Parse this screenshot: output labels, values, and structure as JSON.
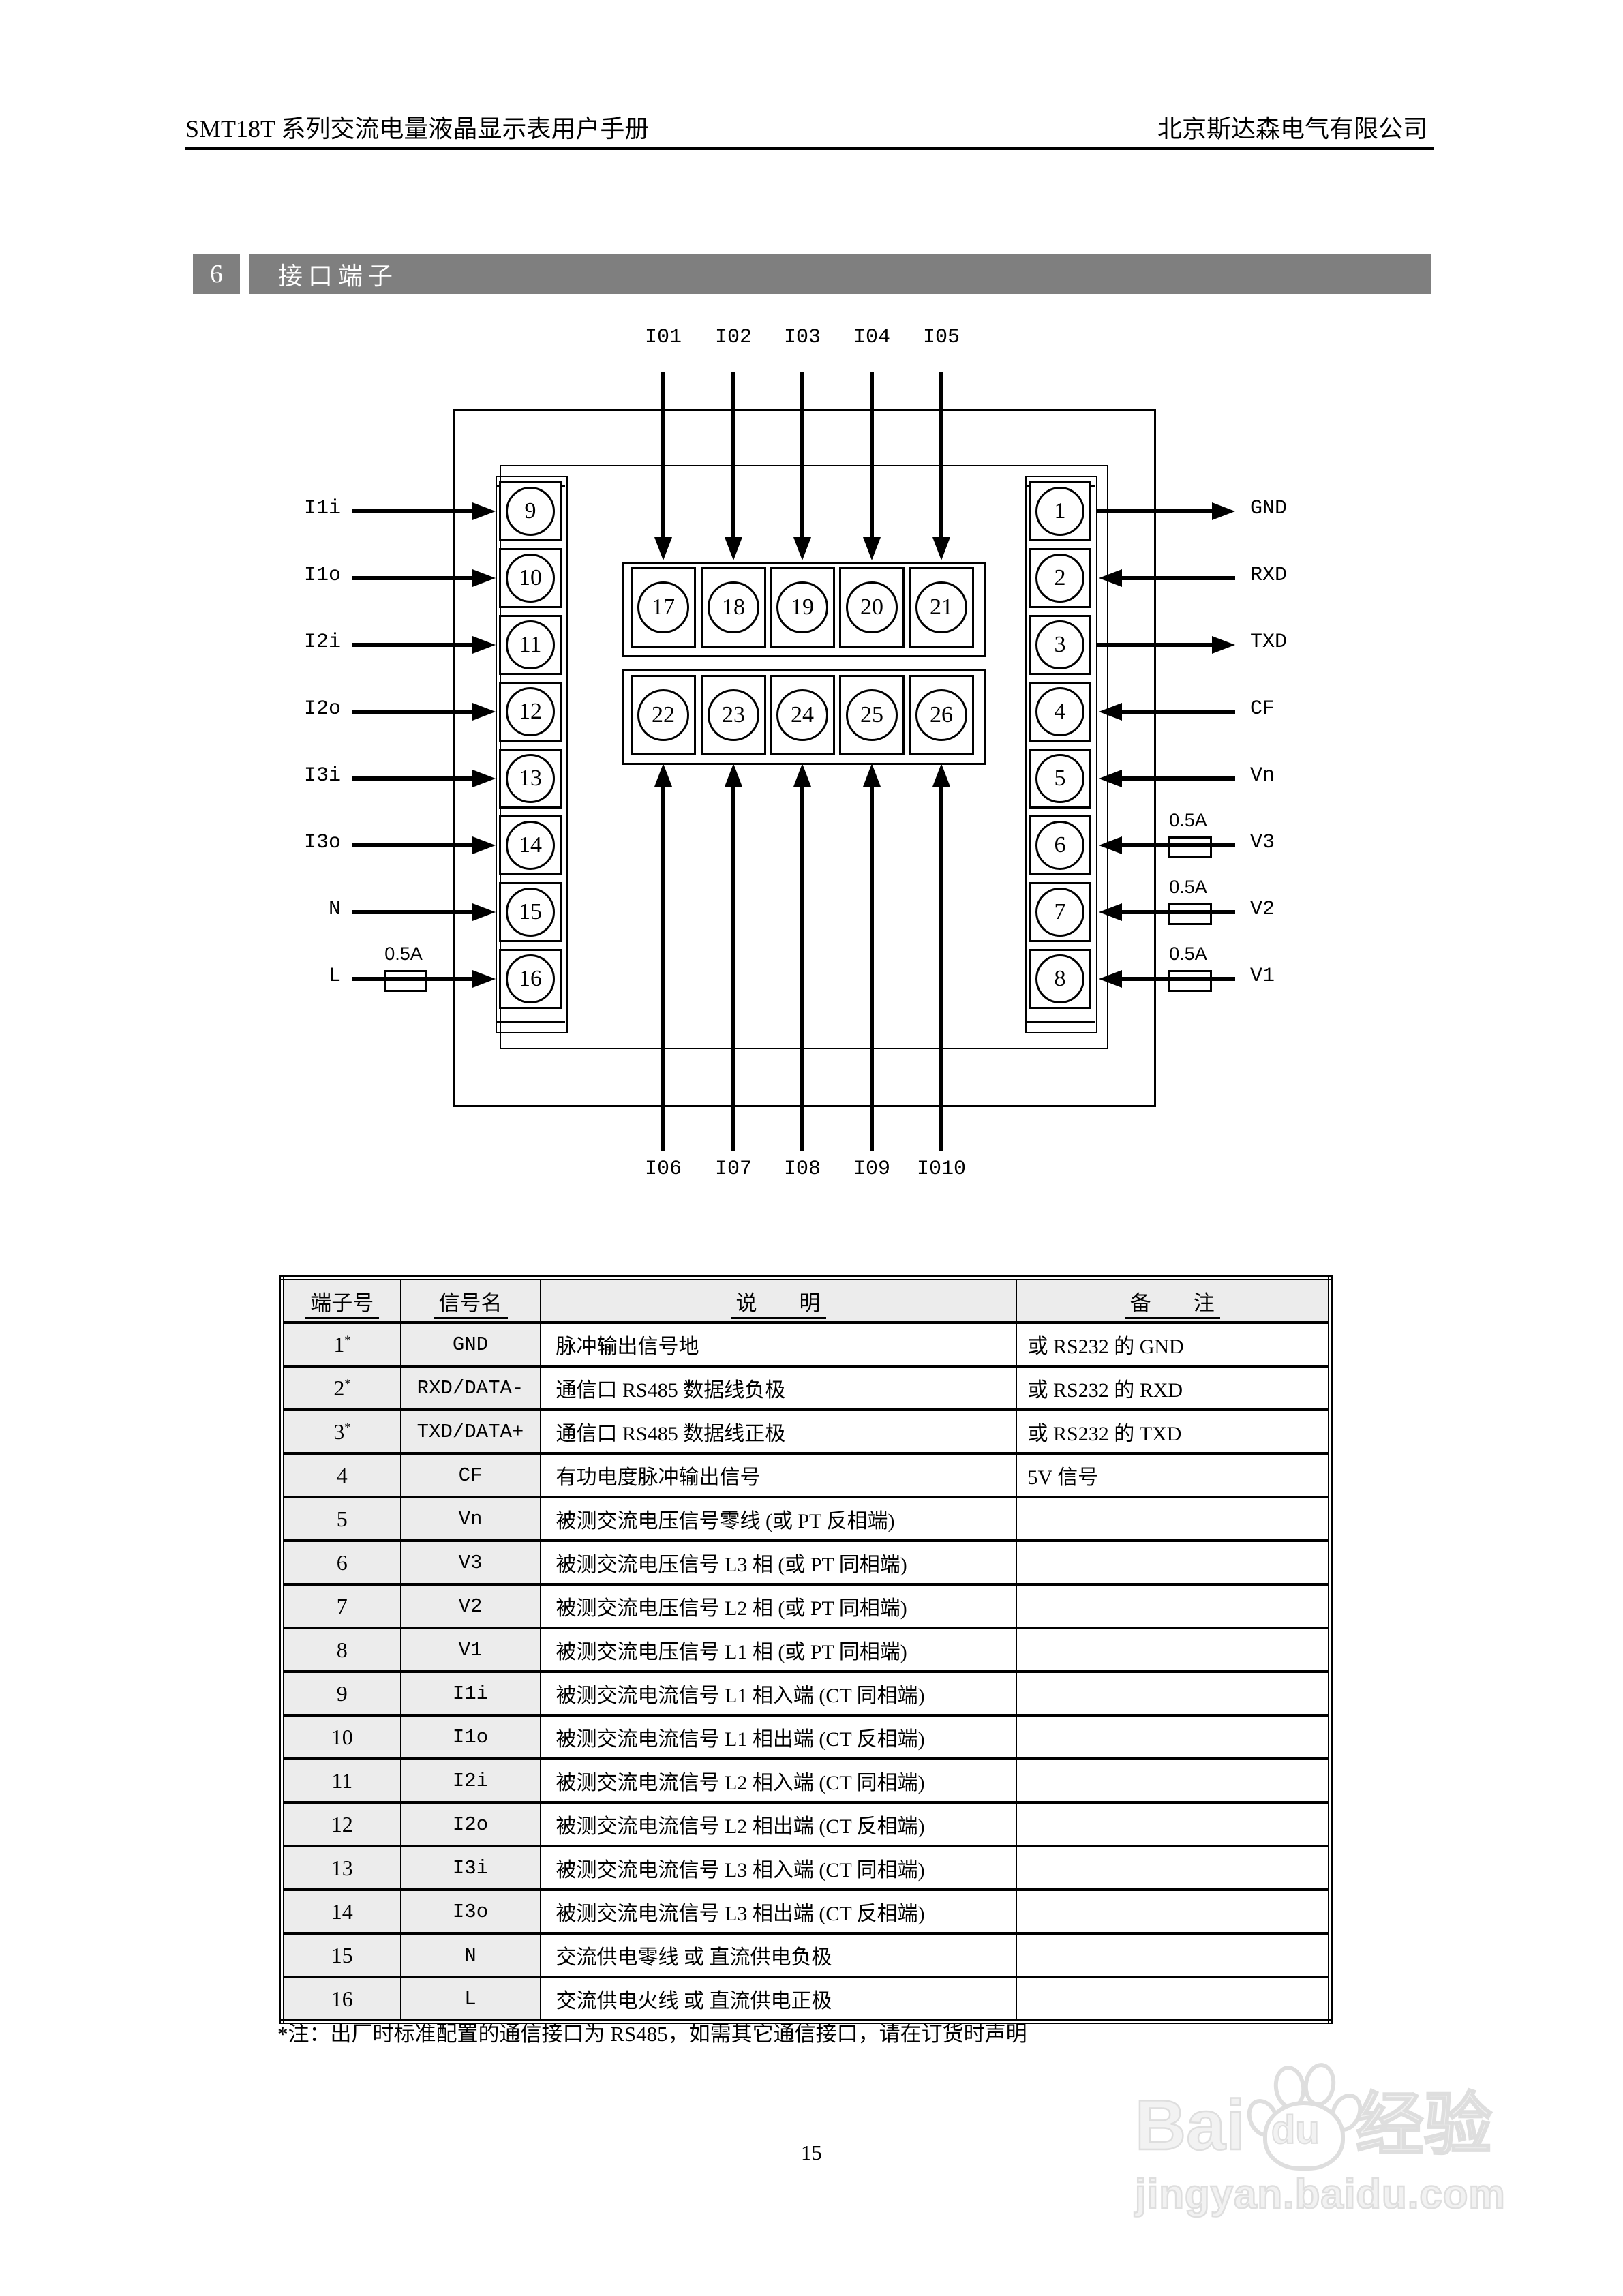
{
  "header": {
    "title": "SMT18T 系列交流电量液晶显示表用户手册",
    "company": "北京斯达森电气有限公司"
  },
  "section": {
    "number": "6",
    "title": "接口端子"
  },
  "diagram": {
    "top_labels": [
      "I01",
      "I02",
      "I03",
      "I04",
      "I05"
    ],
    "bottom_labels": [
      "I06",
      "I07",
      "I08",
      "I09",
      "I010"
    ],
    "center_top_terminals": [
      "17",
      "18",
      "19",
      "20",
      "21"
    ],
    "center_bottom_terminals": [
      "22",
      "23",
      "24",
      "25",
      "26"
    ],
    "left_rows": [
      {
        "label": "I1i",
        "terminal": "9",
        "direction": "in",
        "fuse": false
      },
      {
        "label": "I1o",
        "terminal": "10",
        "direction": "in",
        "fuse": false
      },
      {
        "label": "I2i",
        "terminal": "11",
        "direction": "in",
        "fuse": false
      },
      {
        "label": "I2o",
        "terminal": "12",
        "direction": "in",
        "fuse": false
      },
      {
        "label": "I3i",
        "terminal": "13",
        "direction": "in",
        "fuse": false
      },
      {
        "label": "I3o",
        "terminal": "14",
        "direction": "in",
        "fuse": false
      },
      {
        "label": "N",
        "terminal": "15",
        "direction": "in",
        "fuse": false
      },
      {
        "label": "L",
        "terminal": "16",
        "direction": "in",
        "fuse": true
      }
    ],
    "right_rows": [
      {
        "label": "GND",
        "terminal": "1",
        "direction": "out",
        "fuse": false
      },
      {
        "label": "RXD",
        "terminal": "2",
        "direction": "in",
        "fuse": false
      },
      {
        "label": "TXD",
        "terminal": "3",
        "direction": "out",
        "fuse": false
      },
      {
        "label": "CF",
        "terminal": "4",
        "direction": "in",
        "fuse": false
      },
      {
        "label": "Vn",
        "terminal": "5",
        "direction": "in",
        "fuse": false
      },
      {
        "label": "V3",
        "terminal": "6",
        "direction": "in",
        "fuse": true
      },
      {
        "label": "V2",
        "terminal": "7",
        "direction": "in",
        "fuse": true
      },
      {
        "label": "V1",
        "terminal": "8",
        "direction": "in",
        "fuse": true
      }
    ],
    "fuse_rating": "0.5A"
  },
  "table": {
    "headers": [
      "端子号",
      "信号名",
      "说　　明",
      "备　　注"
    ],
    "rows": [
      {
        "num": "1",
        "sup": "*",
        "signal": "GND",
        "desc": "脉冲输出信号地",
        "note": "或 RS232 的 GND"
      },
      {
        "num": "2",
        "sup": "*",
        "signal": "RXD/DATA-",
        "desc": "通信口 RS485 数据线负极",
        "note": "或 RS232 的 RXD"
      },
      {
        "num": "3",
        "sup": "*",
        "signal": "TXD/DATA+",
        "desc": "通信口 RS485 数据线正极",
        "note": "或 RS232 的 TXD"
      },
      {
        "num": "4",
        "sup": "",
        "signal": "CF",
        "desc": "有功电度脉冲输出信号",
        "note": "5V 信号"
      },
      {
        "num": "5",
        "sup": "",
        "signal": "Vn",
        "desc": "被测交流电压信号零线 (或 PT 反相端)",
        "note": ""
      },
      {
        "num": "6",
        "sup": "",
        "signal": "V3",
        "desc": "被测交流电压信号 L3 相 (或 PT 同相端)",
        "note": ""
      },
      {
        "num": "7",
        "sup": "",
        "signal": "V2",
        "desc": "被测交流电压信号 L2 相 (或 PT 同相端)",
        "note": ""
      },
      {
        "num": "8",
        "sup": "",
        "signal": "V1",
        "desc": "被测交流电压信号 L1 相 (或 PT 同相端)",
        "note": ""
      },
      {
        "num": "9",
        "sup": "",
        "signal": "I1i",
        "desc": "被测交流电流信号 L1 相入端 (CT 同相端)",
        "note": ""
      },
      {
        "num": "10",
        "sup": "",
        "signal": "I1o",
        "desc": "被测交流电流信号 L1 相出端 (CT 反相端)",
        "note": ""
      },
      {
        "num": "11",
        "sup": "",
        "signal": "I2i",
        "desc": "被测交流电流信号 L2 相入端 (CT 同相端)",
        "note": ""
      },
      {
        "num": "12",
        "sup": "",
        "signal": "I2o",
        "desc": "被测交流电流信号 L2 相出端 (CT 反相端)",
        "note": ""
      },
      {
        "num": "13",
        "sup": "",
        "signal": "I3i",
        "desc": "被测交流电流信号 L3 相入端 (CT 同相端)",
        "note": ""
      },
      {
        "num": "14",
        "sup": "",
        "signal": "I3o",
        "desc": "被测交流电流信号 L3 相出端 (CT 反相端)",
        "note": ""
      },
      {
        "num": "15",
        "sup": "",
        "signal": "N",
        "desc": "交流供电零线  或  直流供电负极",
        "note": ""
      },
      {
        "num": "16",
        "sup": "",
        "signal": "L",
        "desc": "交流供电火线  或  直流供电正极",
        "note": ""
      }
    ]
  },
  "footnote": "*注：出厂时标准配置的通信接口为 RS485，如需其它通信接口，请在订货时声明",
  "page": {
    "number": "15"
  },
  "watermark": {
    "brand_left": "Bai",
    "brand_du": "du",
    "brand_right": "经验",
    "url": "jingyan.baidu.com"
  },
  "colors": {
    "section_bar": "#7f7f7f",
    "table_shade": "#ececec",
    "watermark": "#dedede"
  }
}
